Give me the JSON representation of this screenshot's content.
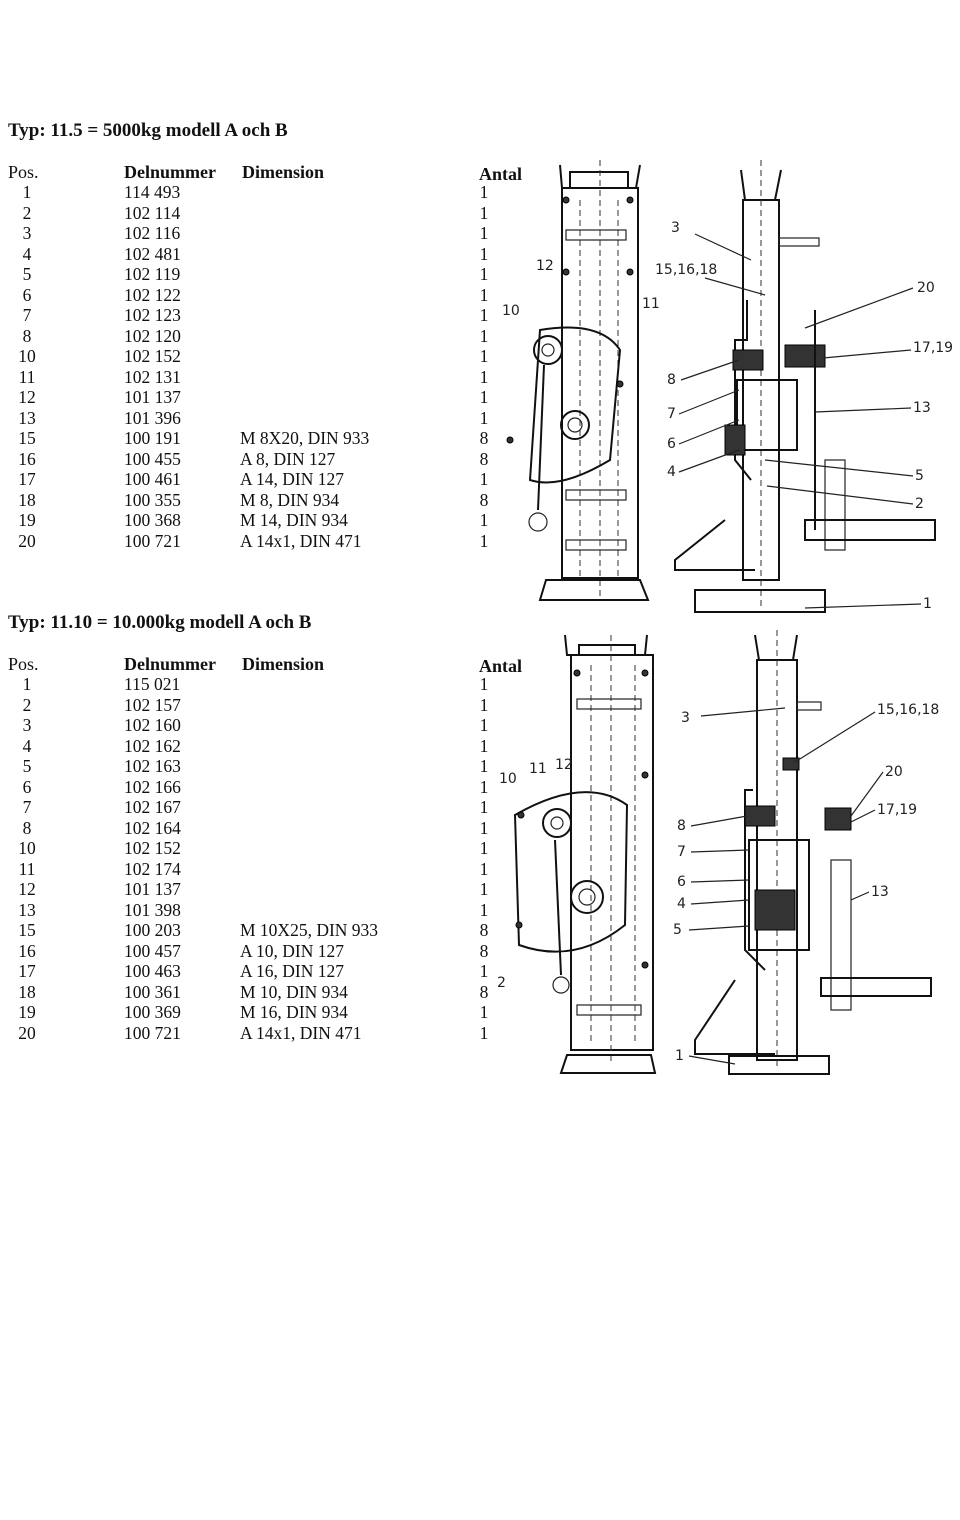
{
  "sections": [
    {
      "title": "Typ: 11.5 = 5000kg modell A och B",
      "columns": {
        "pos": "Pos.",
        "part": "Delnummer",
        "dim": "Dimension",
        "qty": "Antal"
      },
      "rows": [
        {
          "pos": "1",
          "part": "114 493",
          "dim": "",
          "qty": "1"
        },
        {
          "pos": "2",
          "part": "102 114",
          "dim": "",
          "qty": "1"
        },
        {
          "pos": "3",
          "part": "102 116",
          "dim": "",
          "qty": "1"
        },
        {
          "pos": "4",
          "part": "102 481",
          "dim": "",
          "qty": "1"
        },
        {
          "pos": "5",
          "part": "102 119",
          "dim": "",
          "qty": "1"
        },
        {
          "pos": "6",
          "part": "102 122",
          "dim": "",
          "qty": "1"
        },
        {
          "pos": "7",
          "part": "102 123",
          "dim": "",
          "qty": "1"
        },
        {
          "pos": "8",
          "part": "102 120",
          "dim": "",
          "qty": "1"
        },
        {
          "pos": "10",
          "part": "102 152",
          "dim": "",
          "qty": "1"
        },
        {
          "pos": "11",
          "part": "102 131",
          "dim": "",
          "qty": "1"
        },
        {
          "pos": "12",
          "part": "101 137",
          "dim": "",
          "qty": "1"
        },
        {
          "pos": "13",
          "part": "101 396",
          "dim": "",
          "qty": "1"
        },
        {
          "pos": "15",
          "part": "100 191",
          "dim": "M 8X20, DIN 933",
          "qty": "8"
        },
        {
          "pos": "16",
          "part": "100 455",
          "dim": "A 8, DIN 127",
          "qty": "8"
        },
        {
          "pos": "17",
          "part": "100 461",
          "dim": "A 14, DIN 127",
          "qty": "1"
        },
        {
          "pos": "18",
          "part": "100 355",
          "dim": "M 8, DIN 934",
          "qty": "8"
        },
        {
          "pos": "19",
          "part": "100 368",
          "dim": "M 14, DIN 934",
          "qty": "1"
        },
        {
          "pos": "20",
          "part": "100 721",
          "dim": "A 14x1, DIN 471",
          "qty": "1"
        }
      ],
      "drawing_labels": {
        "front": [
          "12",
          "10",
          "11"
        ],
        "side": [
          "3",
          "15,16,18",
          "20",
          "17,19",
          "8",
          "13",
          "7",
          "6",
          "5",
          "4",
          "2",
          "1"
        ]
      }
    },
    {
      "title": "Typ: 11.10 = 10.000kg modell A och B",
      "columns": {
        "pos": "Pos.",
        "part": "Delnummer",
        "dim": "Dimension",
        "qty": "Antal"
      },
      "rows": [
        {
          "pos": "1",
          "part": "115 021",
          "dim": "",
          "qty": "1"
        },
        {
          "pos": "2",
          "part": "102 157",
          "dim": "",
          "qty": "1"
        },
        {
          "pos": "3",
          "part": "102 160",
          "dim": "",
          "qty": "1"
        },
        {
          "pos": "4",
          "part": "102 162",
          "dim": "",
          "qty": "1"
        },
        {
          "pos": "5",
          "part": "102 163",
          "dim": "",
          "qty": "1"
        },
        {
          "pos": "6",
          "part": "102 166",
          "dim": "",
          "qty": "1"
        },
        {
          "pos": "7",
          "part": "102 167",
          "dim": "",
          "qty": "1"
        },
        {
          "pos": "8",
          "part": "102 164",
          "dim": "",
          "qty": "1"
        },
        {
          "pos": "10",
          "part": "102 152",
          "dim": "",
          "qty": "1"
        },
        {
          "pos": "11",
          "part": "102 174",
          "dim": "",
          "qty": "1"
        },
        {
          "pos": "12",
          "part": "101 137",
          "dim": "",
          "qty": "1"
        },
        {
          "pos": "13",
          "part": "101 398",
          "dim": "",
          "qty": "1"
        },
        {
          "pos": "15",
          "part": "100 203",
          "dim": "M 10X25, DIN 933",
          "qty": "8"
        },
        {
          "pos": "16",
          "part": "100 457",
          "dim": "A 10, DIN 127",
          "qty": "8"
        },
        {
          "pos": "17",
          "part": "100 463",
          "dim": "A 16, DIN 127",
          "qty": "1"
        },
        {
          "pos": "18",
          "part": "100 361",
          "dim": "M 10, DIN 934",
          "qty": "8"
        },
        {
          "pos": "19",
          "part": "100 369",
          "dim": "M 16, DIN 934",
          "qty": "1"
        },
        {
          "pos": "20",
          "part": "100 721",
          "dim": "A 14x1, DIN 471",
          "qty": "1"
        }
      ],
      "drawing_labels": {
        "front": [
          "10",
          "11",
          "12",
          "2"
        ],
        "side": [
          "3",
          "15,16,18",
          "20",
          "17,19",
          "8",
          "7",
          "6",
          "13",
          "4",
          "5",
          "1"
        ]
      }
    }
  ]
}
